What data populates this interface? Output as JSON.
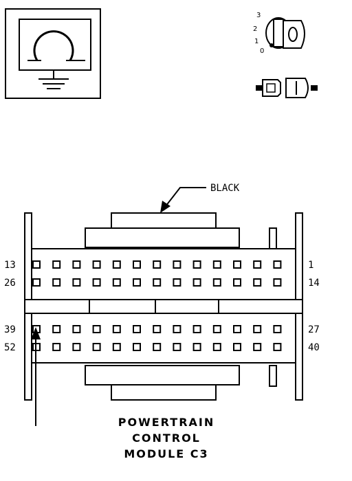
{
  "connector": {
    "color_label": "BLACK",
    "pin_labels": {
      "row1_left": "13",
      "row1_right": "1",
      "row2_left": "26",
      "row2_right": "14",
      "row3_left": "39",
      "row3_right": "27",
      "row4_left": "52",
      "row4_right": "40"
    }
  },
  "title": {
    "line1": "POWERTRAIN",
    "line2": "CONTROL",
    "line3": "MODULE C3"
  },
  "ignition": {
    "positions": [
      "3",
      "2",
      "1",
      "0"
    ]
  },
  "icons": [
    "ground-meter-icon",
    "ignition-key-icon",
    "connector-disconnect-icon"
  ]
}
